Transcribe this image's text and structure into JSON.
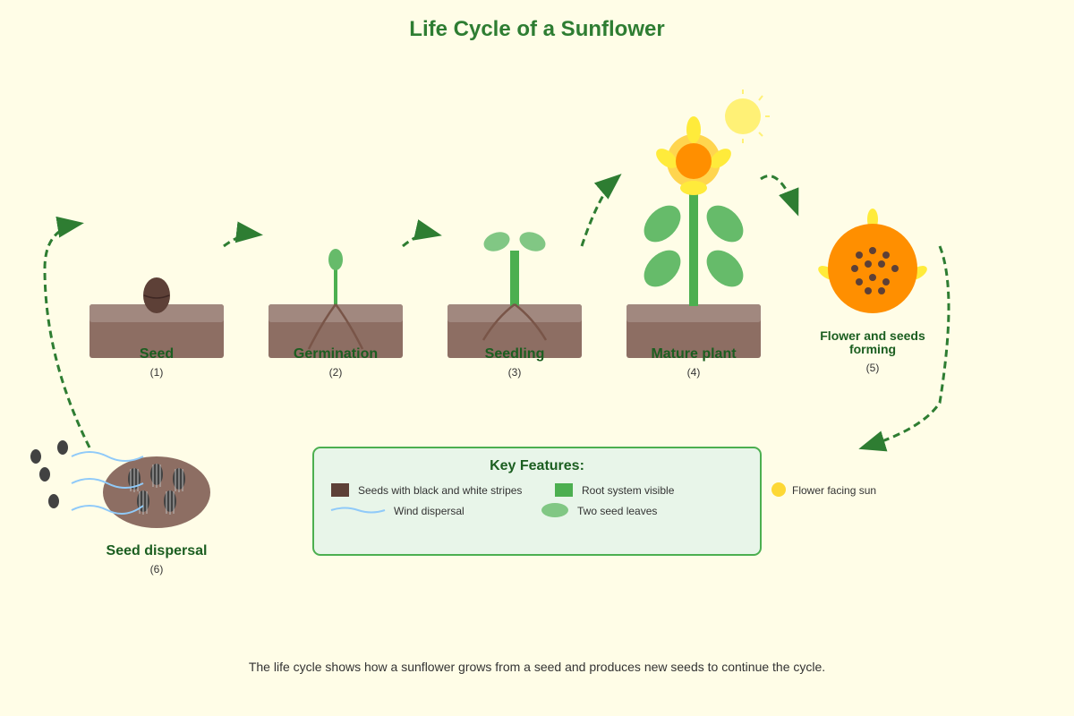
{
  "title": "Life Cycle of a Sunflower",
  "stages": [
    {
      "name": "Seed",
      "number": "(1)"
    },
    {
      "name": "Germination",
      "number": "(2)"
    },
    {
      "name": "Seedling",
      "number": "(3)"
    },
    {
      "name": "Mature plant",
      "number": "(4)"
    },
    {
      "name_line1": "Flower and seeds",
      "name_line2": "forming",
      "number": "(5)"
    },
    {
      "name": "Seed dispersal",
      "number": "(6)"
    }
  ],
  "key": {
    "title": "Key Features:",
    "items": [
      {
        "label": "Seeds with black and white stripes",
        "color": "#5D4037"
      },
      {
        "label": "Root system visible",
        "color": "#4CAF50"
      },
      {
        "label": "Flower facing sun",
        "color": "#FDD835"
      },
      {
        "label": "Wind dispersal",
        "color": "#90CAF9"
      },
      {
        "label": "Two seed leaves",
        "color": "#81C784"
      }
    ]
  },
  "caption": "The life cycle shows how a sunflower grows from a seed and produces new seeds to continue the cycle.",
  "colors": {
    "background": "#FFFDE7",
    "title": "#2E7D32",
    "soil": "#8D6E63",
    "soil_top": "#A1887F",
    "stem": "#4CAF50",
    "leaf": "#66BB6A",
    "petal": "#FFEB3B",
    "flower_center": "#FF8F00",
    "sun": "#FFF176",
    "arrow": "#2E7D32"
  }
}
